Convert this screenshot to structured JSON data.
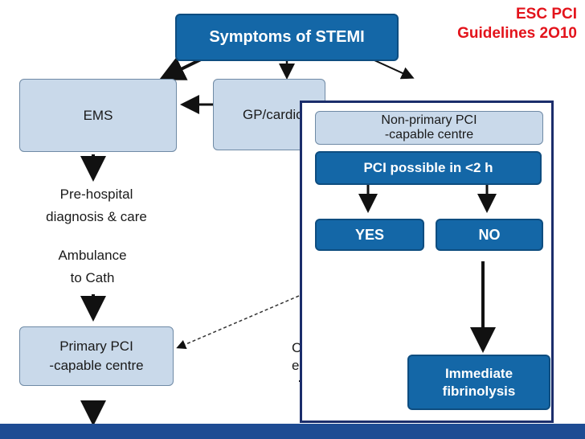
{
  "title": {
    "line1": "ESC PCI",
    "line2": "Guidelines 2O10"
  },
  "nodes": {
    "symptoms": "Symptoms of STEMI",
    "ems": "EMS",
    "gp": "GP/cardio",
    "prehospital_line1": "Pre-hospital",
    "prehospital_line2": "diagnosis & care",
    "ambulance_line1": "Ambulance",
    "ambulance_line2": "to Cath",
    "primary_line1": "Primary PCI",
    "primary_line2": "-capable centre",
    "partial_line1": "CU",
    "partial_line2": "entre"
  },
  "overlay": {
    "nonprimary_line1": "Non-primary PCI",
    "nonprimary_line2": "-capable centre",
    "question": "PCI possible in <2 h",
    "yes": "YES",
    "no": "NO",
    "fibrinolysis_line1": "Immediate",
    "fibrinolysis_line2": "fibrinolysis"
  },
  "colors": {
    "title": "#e3131b",
    "box_dark": "#1467a7",
    "box_light": "#c9d9ea",
    "frame": "#1b2d6b",
    "bottom_bar": "#1e4c93"
  }
}
